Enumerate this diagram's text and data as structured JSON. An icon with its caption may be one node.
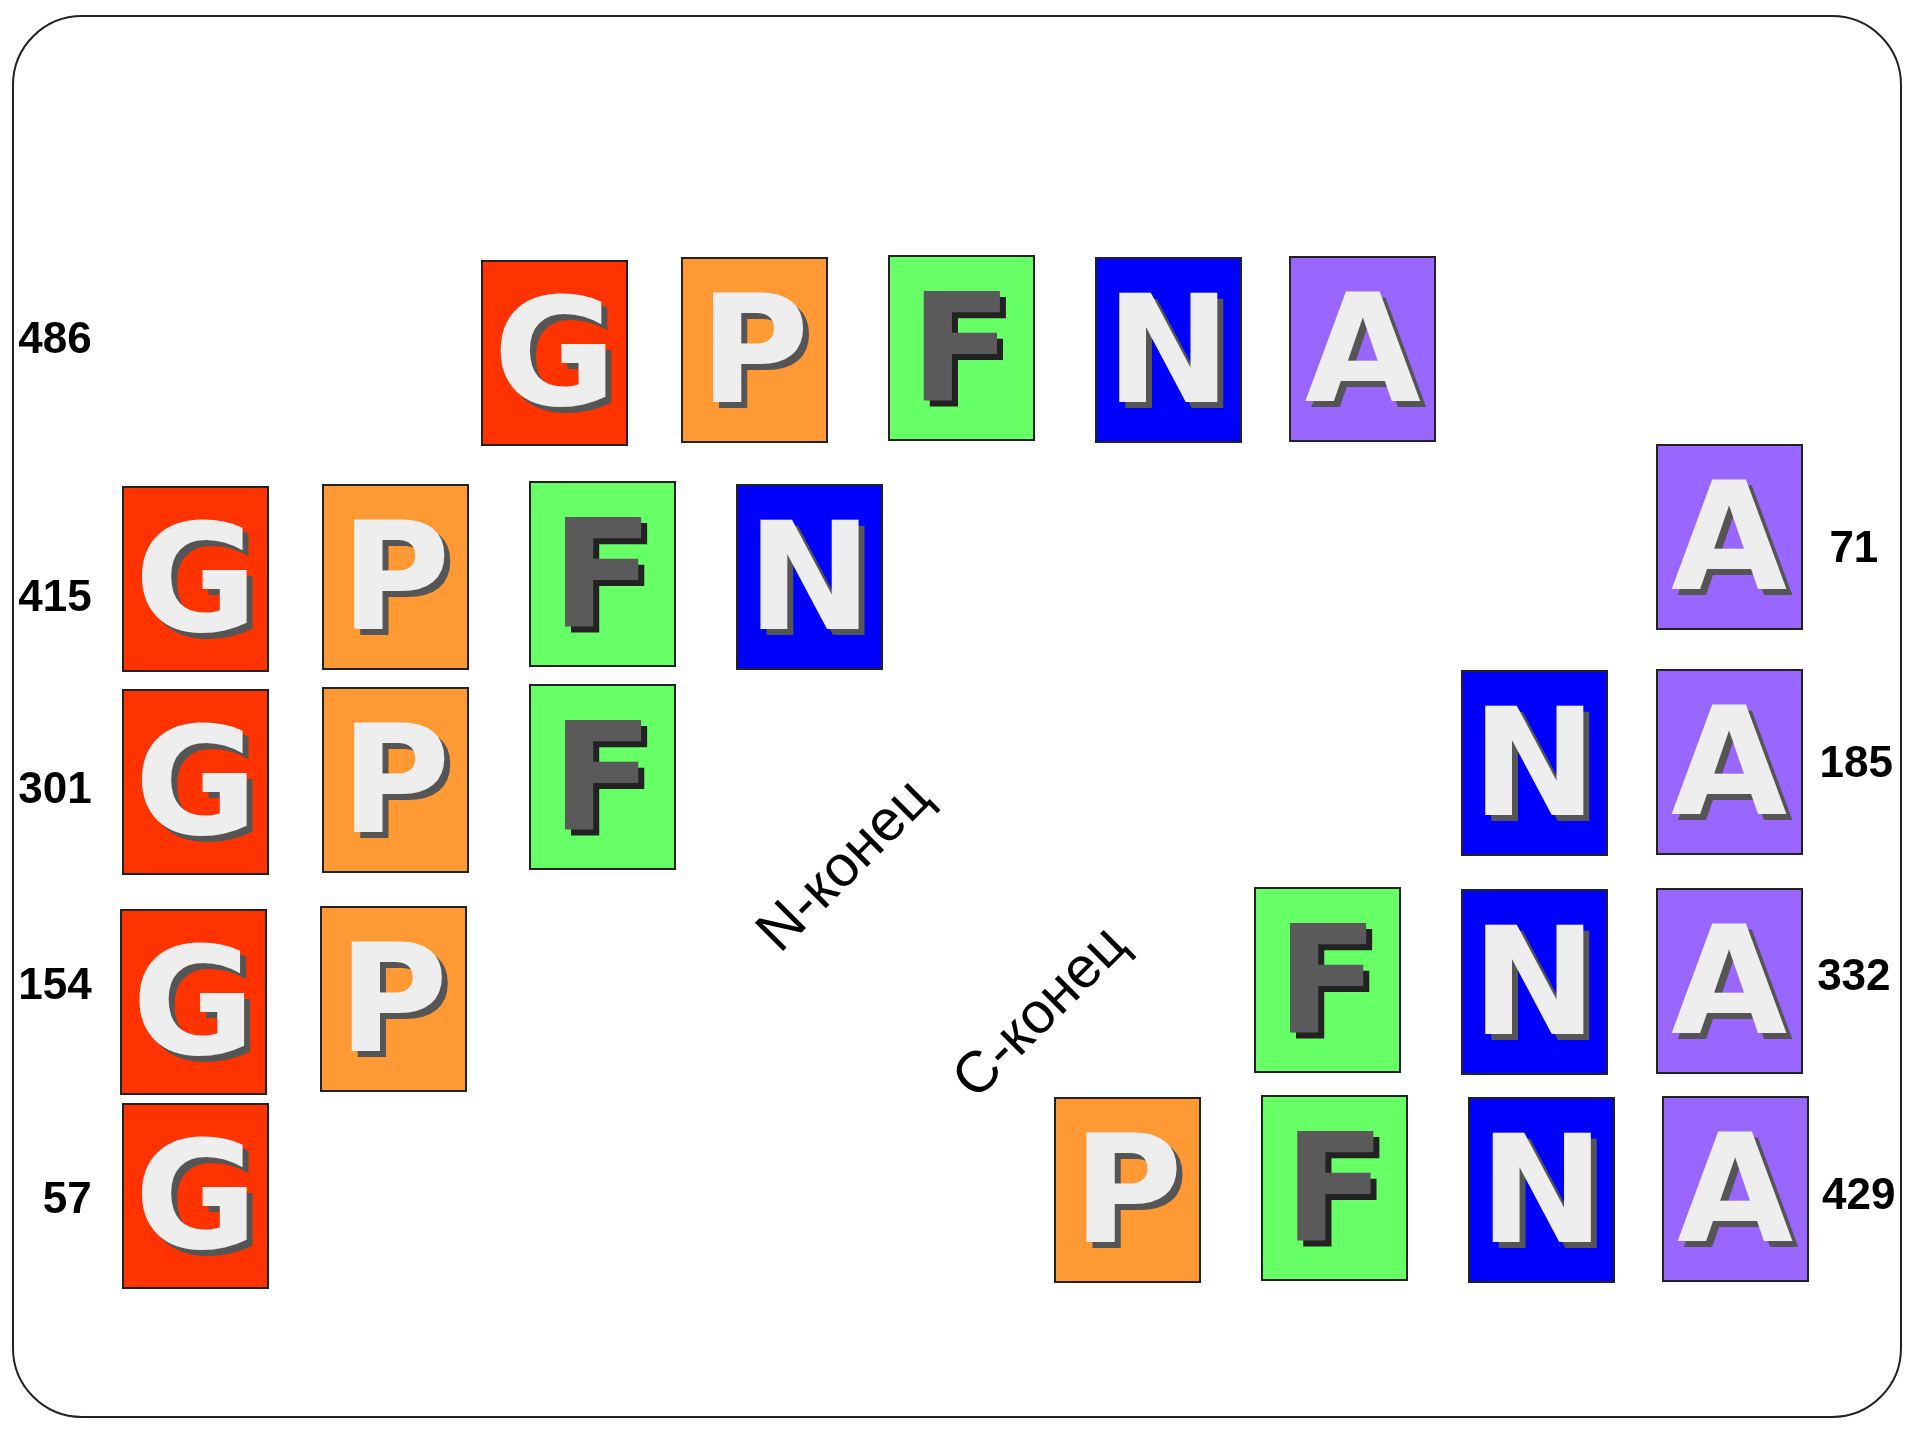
{
  "diagram": {
    "nodes": [
      {
        "text": [
          "G"
        ]
      },
      {
        "text": [
          "P"
        ]
      },
      {
        "text": [
          "F"
        ]
      },
      {
        "text": [
          "N"
        ]
      },
      {
        "text": [
          "A"
        ]
      },
      {
        "text": [
          "G"
        ]
      },
      {
        "text": [
          "P"
        ]
      },
      {
        "text": [
          "F"
        ]
      },
      {
        "text": [
          "N"
        ]
      },
      {
        "text": [
          "G"
        ]
      },
      {
        "text": [
          "P"
        ]
      },
      {
        "text": [
          "F"
        ]
      },
      {
        "text": [
          "G"
        ]
      },
      {
        "text": [
          "P"
        ]
      },
      {
        "text": [
          "G"
        ]
      },
      {
        "text": [
          "A"
        ]
      },
      {
        "text": [
          "N"
        ]
      },
      {
        "text": [
          "A"
        ]
      },
      {
        "text": [
          "F"
        ]
      },
      {
        "text": [
          "N"
        ]
      },
      {
        "text": [
          "A"
        ]
      },
      {
        "text": [
          "P"
        ]
      },
      {
        "text": [
          "F"
        ]
      },
      {
        "text": [
          "N"
        ]
      },
      {
        "text": [
          "A"
        ]
      }
    ],
    "labels": [
      "486",
      "415",
      "301",
      "154",
      "57",
      "71",
      "185",
      "332",
      "429",
      "N-конец",
      "С-конец"
    ]
  }
}
